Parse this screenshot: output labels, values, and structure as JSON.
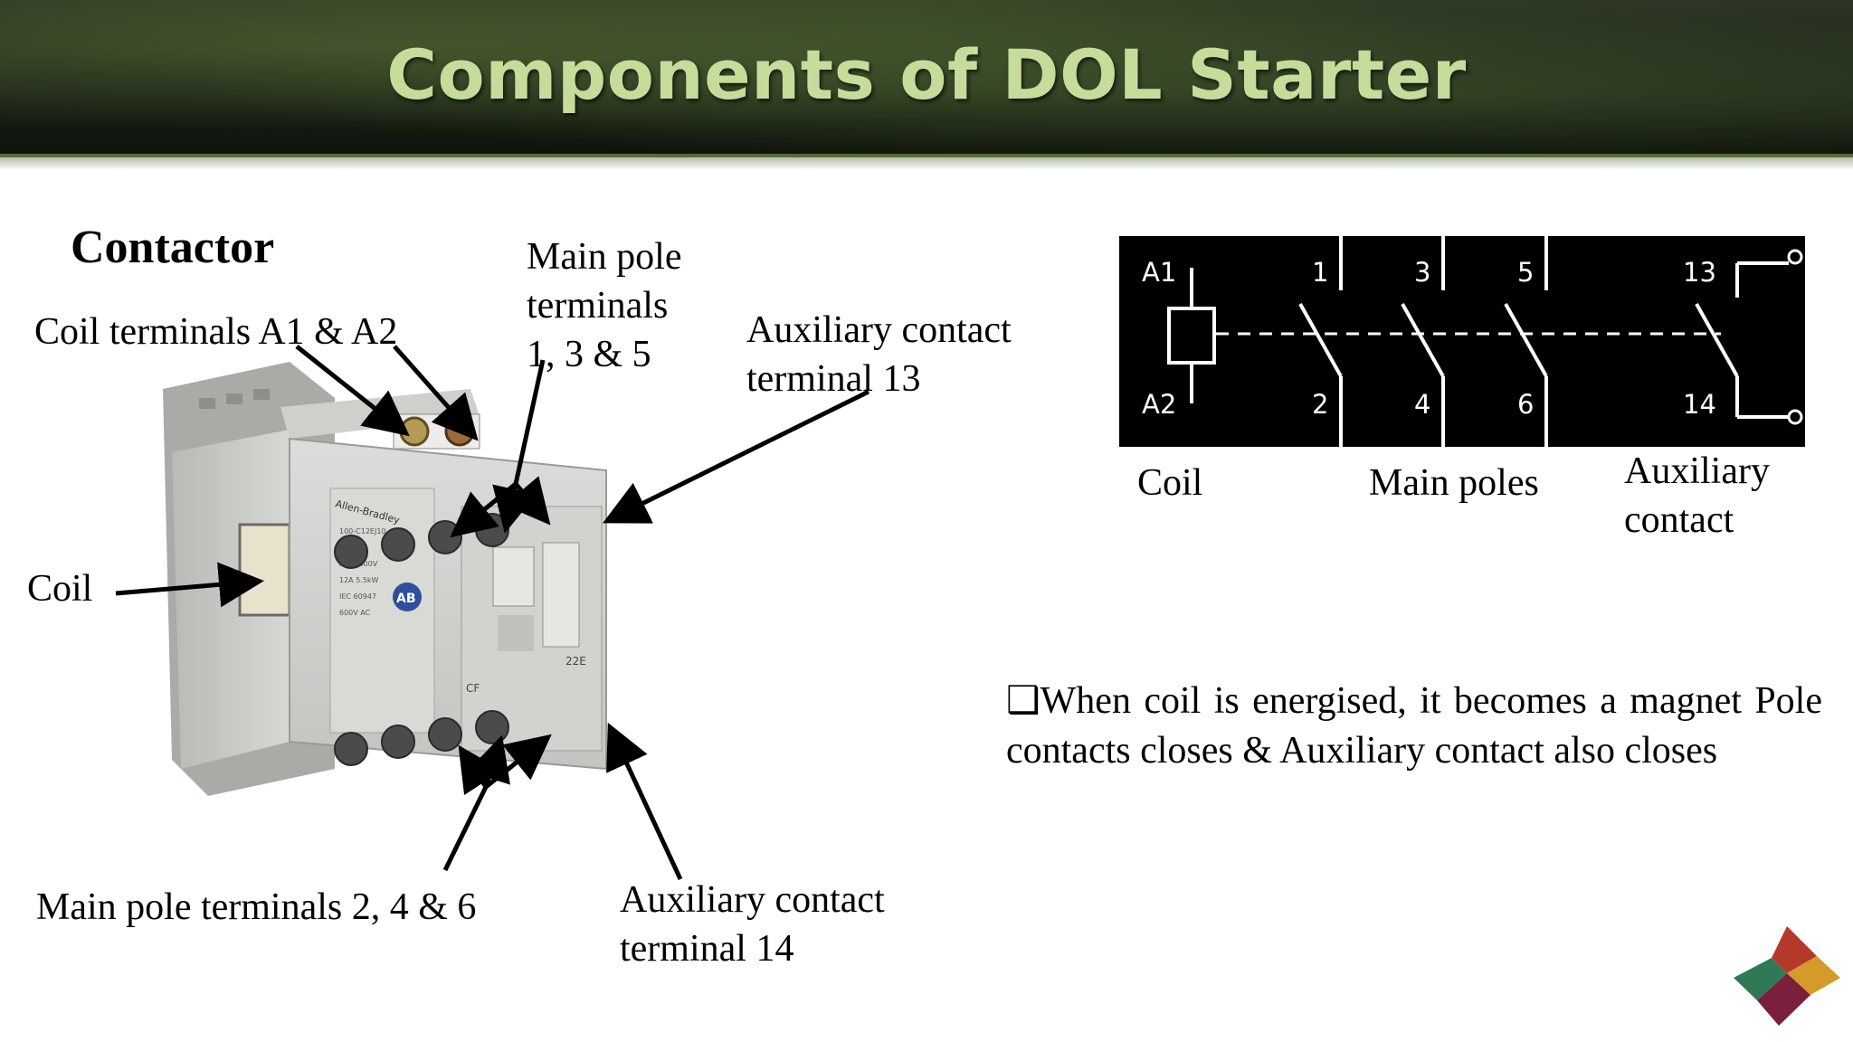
{
  "slide": {
    "title": "Components of DOL Starter",
    "heading": "Contactor"
  },
  "labels": {
    "coil_terminals": "Coil terminals A1 & A2",
    "main_pole_top": [
      "Main pole",
      "terminals",
      "1, 3 & 5"
    ],
    "aux_13": [
      "Auxiliary contact",
      "terminal 13"
    ],
    "coil": "Coil",
    "main_pole_bottom": "Main pole terminals 2, 4 & 6",
    "aux_14": [
      "Auxiliary contact",
      "terminal 14"
    ]
  },
  "photo_text": {
    "brand": "Allen-Bradley",
    "logo": "AB",
    "cf": "CF",
    "code": "22E"
  },
  "symbol": {
    "terminals_top": [
      "A1",
      "1",
      "3",
      "5",
      "13"
    ],
    "terminals_bottom": [
      "A2",
      "2",
      "4",
      "6",
      "14"
    ],
    "captions": {
      "coil": "Coil",
      "main_poles": "Main poles",
      "auxiliary": [
        "Auxiliary",
        "contact"
      ]
    }
  },
  "description": {
    "bullet": "❑",
    "text": "When coil is energised, it becomes a magnet Pole contacts closes  & Auxiliary contact also closes"
  },
  "colors": {
    "title": "#c6dc9b",
    "banner": "#1b2216",
    "logo": [
      "#b5392b",
      "#d49b2a",
      "#2f7a54",
      "#7a1f3d"
    ]
  }
}
